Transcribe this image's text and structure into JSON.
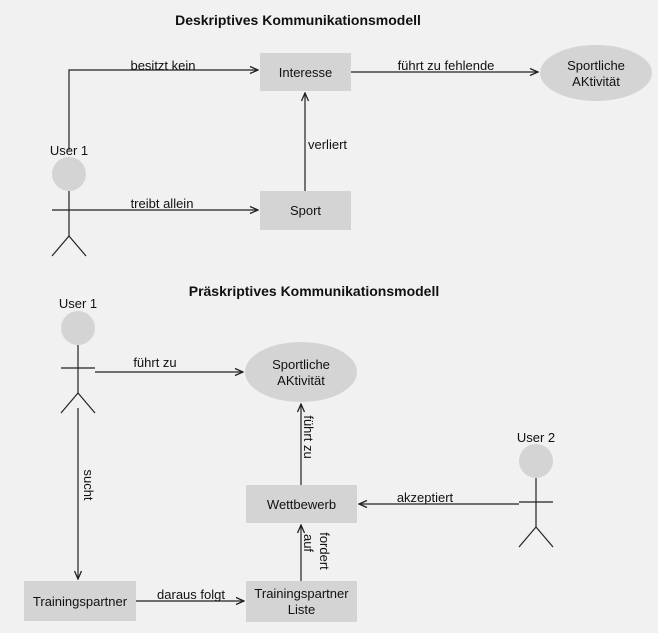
{
  "diagram": {
    "title_descriptive": "Deskriptives Kommunikationsmodell",
    "title_prescriptive": "Präskriptives Kommunikationsmodell",
    "descriptive": {
      "actor": "User 1",
      "nodes": {
        "interesse": "Interesse",
        "sport": "Sport",
        "aktivitaet_line1": "Sportliche",
        "aktivitaet_line2": "AKtivität"
      },
      "edges": {
        "besitzt_kein": "besitzt kein",
        "fuehrt_zu_fehlende": "führt zu fehlende",
        "verliert": "verliert",
        "treibt_allein": "treibt allein"
      }
    },
    "prescriptive": {
      "actor1": "User 1",
      "actor2": "User 2",
      "nodes": {
        "aktivitaet_line1": "Sportliche",
        "aktivitaet_line2": "AKtivität",
        "wettbewerb": "Wettbewerb",
        "trainingspartner": "Trainingspartner",
        "liste_line1": "Trainingspartner",
        "liste_line2": "Liste"
      },
      "edges": {
        "fuehrt_zu": "führt zu",
        "sucht": "sucht",
        "fuehrt_zu_vertical": "führt zu",
        "akzeptiert": "akzeptiert",
        "fordert": "fordert",
        "auf": "auf",
        "daraus_folgt": "daraus folgt"
      }
    }
  }
}
